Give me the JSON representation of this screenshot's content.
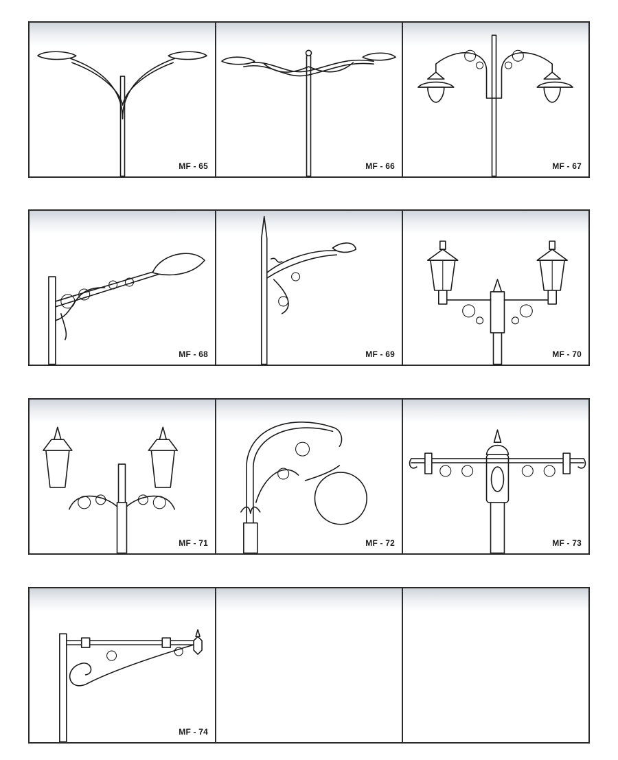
{
  "catalog": {
    "products": [
      {
        "code": "MF - 65",
        "icon": "twin-arm-street-lamp-icon"
      },
      {
        "code": "MF - 66",
        "icon": "twin-arm-wave-street-lamp-icon"
      },
      {
        "code": "MF - 67",
        "icon": "twin-bell-lantern-pole-icon"
      },
      {
        "code": "MF - 68",
        "icon": "wall-bracket-street-lamp-icon"
      },
      {
        "code": "MF - 69",
        "icon": "scroll-arm-street-lamp-icon"
      },
      {
        "code": "MF - 70",
        "icon": "twin-carriage-lantern-pole-icon"
      },
      {
        "code": "MF - 71",
        "icon": "twin-square-lantern-pole-icon"
      },
      {
        "code": "MF - 72",
        "icon": "globe-scroll-arm-lamp-icon"
      },
      {
        "code": "MF - 73",
        "icon": "ornate-crossbar-pole-icon"
      },
      {
        "code": "MF - 74",
        "icon": "wall-scroll-bracket-icon"
      }
    ]
  }
}
